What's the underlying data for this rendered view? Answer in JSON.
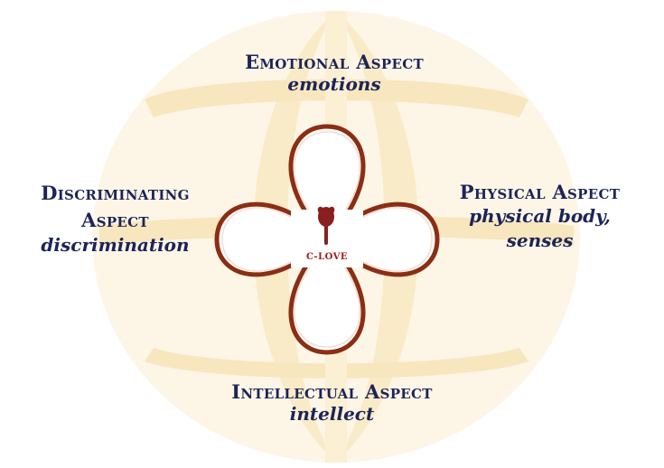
{
  "aspects": {
    "emotional": {
      "title": "Emotional Aspect",
      "subtitle": "emotions"
    },
    "physical": {
      "title": "Physical Aspect",
      "subtitle_line1": "physical body,",
      "subtitle_line2": "senses"
    },
    "discriminating": {
      "title_line1": "Discriminating",
      "title_line2": "Aspect",
      "subtitle": "discrimination"
    },
    "intellectual": {
      "title": "Intellectual Aspect",
      "subtitle": "intellect"
    }
  },
  "center": {
    "label": "C-LOVE"
  },
  "colors": {
    "text": "#1c2458",
    "petal_stroke": "#8b2e14",
    "globe": "#fbf1d8",
    "center_label": "#a31a1a"
  }
}
